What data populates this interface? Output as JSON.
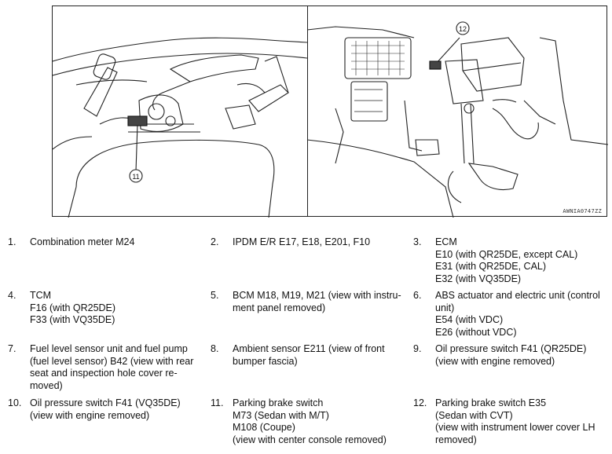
{
  "figure": {
    "code": "AWNIA0747ZZ",
    "callouts": [
      "11",
      "12"
    ]
  },
  "items": [
    {
      "num": "1.",
      "lines": [
        "Combination meter M24"
      ]
    },
    {
      "num": "2.",
      "lines": [
        "IPDM E/R E17, E18, E201, F10"
      ]
    },
    {
      "num": "3.",
      "lines": [
        "ECM",
        "E10 (with QR25DE, except CAL)",
        "E31 (with QR25DE, CAL)",
        "E32 (with VQ35DE)"
      ]
    },
    {
      "num": "4.",
      "lines": [
        "TCM",
        "F16 (with QR25DE)",
        "F33 (with VQ35DE)"
      ]
    },
    {
      "num": "5.",
      "lines": [
        "BCM M18, M19, M21 (view with instru-",
        "ment panel removed)"
      ]
    },
    {
      "num": "6.",
      "lines": [
        "ABS actuator and electric unit (control",
        "unit)",
        "E54 (with VDC)",
        "E26 (without VDC)"
      ]
    },
    {
      "num": "7.",
      "lines": [
        "Fuel level sensor unit and fuel pump",
        "(fuel level sensor) B42 (view with rear",
        "seat and inspection hole cover re-",
        "moved)"
      ]
    },
    {
      "num": "8.",
      "lines": [
        "Ambient sensor E211 (view of front",
        "bumper fascia)"
      ]
    },
    {
      "num": "9.",
      "lines": [
        "Oil pressure switch F41 (QR25DE)",
        "(view with engine removed)"
      ]
    },
    {
      "num": "10.",
      "lines": [
        "Oil pressure switch F41 (VQ35DE)",
        "(view with engine removed)"
      ]
    },
    {
      "num": "11.",
      "lines": [
        "Parking brake switch",
        "M73 (Sedan with M/T)",
        "M108 (Coupe)",
        "(view with center console removed)"
      ]
    },
    {
      "num": "12.",
      "lines": [
        "Parking brake switch E35",
        "(Sedan with CVT)",
        "(view with instrument lower cover LH",
        "removed)"
      ]
    }
  ]
}
